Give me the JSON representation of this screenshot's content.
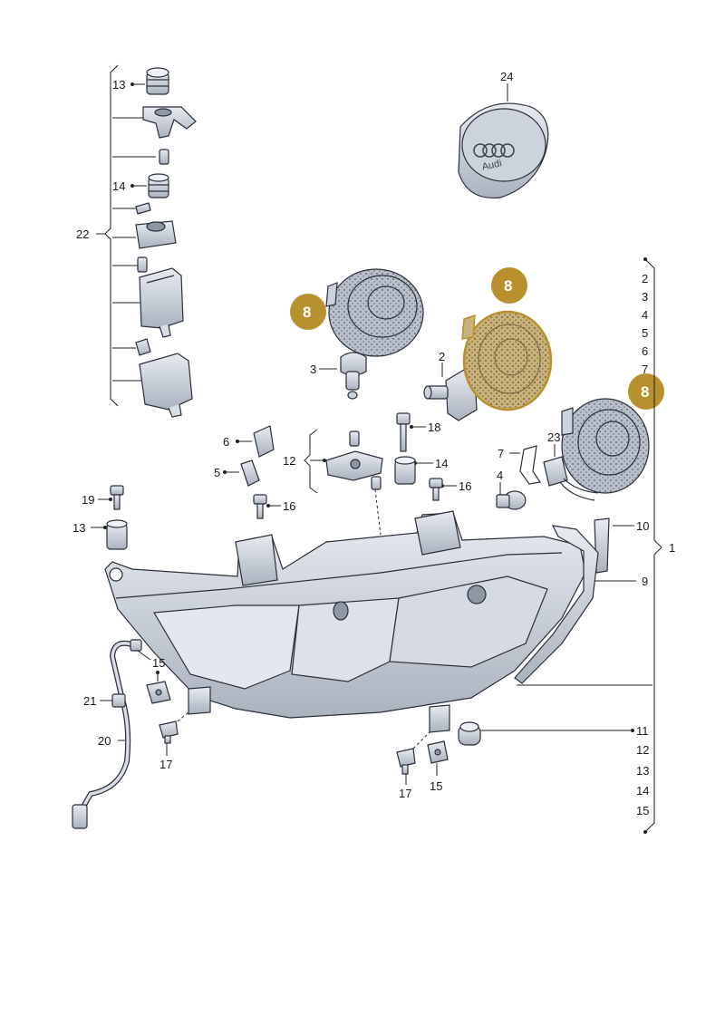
{
  "brand_text": "Audi",
  "colors": {
    "part_fill": "#d9dee6",
    "part_shade": "#a9b1bd",
    "callout_gold": "#b8912e",
    "highlight_fill": "#c9b27a",
    "line": "#222222"
  },
  "labels": {
    "l13a": "13",
    "l22": "22",
    "l14a": "14",
    "l24": "24",
    "l3": "3",
    "l2": "2",
    "l18": "18",
    "l6": "6",
    "l12a": "12",
    "l14b": "14",
    "l5": "5",
    "l16a": "16",
    "l16b": "16",
    "l19": "19",
    "l13b": "13",
    "l7": "7",
    "l23": "23",
    "l4": "4",
    "l10": "10",
    "l9": "9",
    "l1": "1",
    "l15a": "15",
    "l21": "21",
    "l20": "20",
    "l17a": "17",
    "l17b": "17",
    "l15b": "15",
    "l11": "11",
    "r2": "2",
    "r3": "3",
    "r4": "4",
    "r5": "5",
    "r6": "6",
    "r7": "7",
    "r12": "12",
    "r13": "13",
    "r14": "14",
    "r15": "15"
  },
  "callouts": {
    "c1": "8",
    "c2": "8",
    "c3": "8"
  }
}
